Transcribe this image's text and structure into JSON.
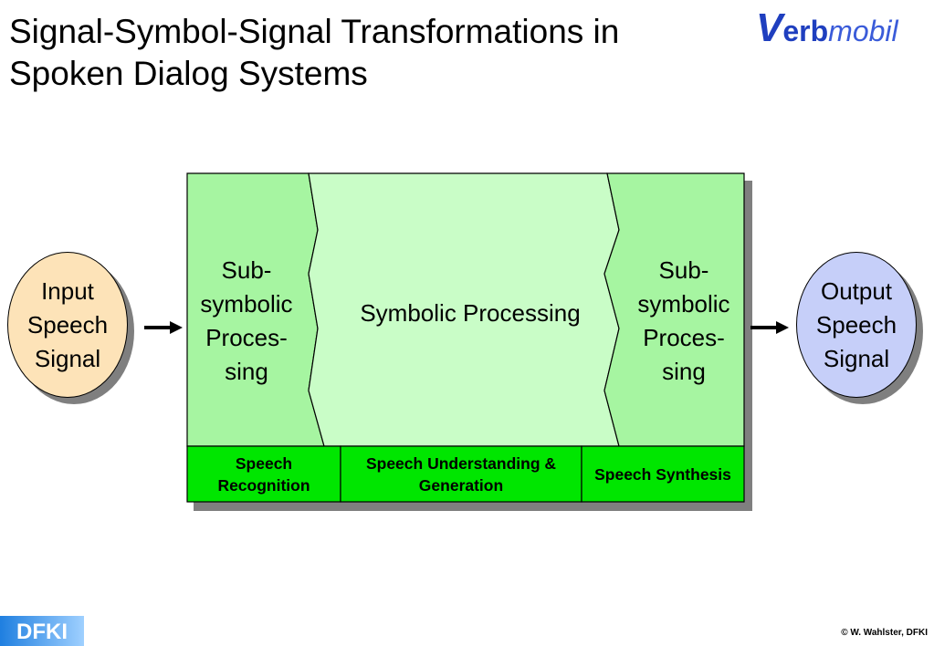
{
  "title": "Signal-Symbol-Signal Transformations in Spoken Dialog Systems",
  "logo": {
    "first": "V",
    "second": "erb",
    "third": "mobil"
  },
  "input": "Input Speech Signal",
  "output": "Output Speech Signal",
  "zones": {
    "left": "Sub-symbolic Proces-sing",
    "middle": "Symbolic Processing",
    "right": "Sub-symbolic Proces-sing"
  },
  "bands": {
    "left": "Speech Recognition",
    "middle": "Speech Understanding & Generation",
    "right": "Speech Synthesis"
  },
  "footer": {
    "logo": "DFKI",
    "copyright": "© W. Wahlster, DFKI"
  },
  "colors": {
    "zone_side": "#a6f5a1",
    "zone_middle": "#c9fdc7",
    "band": "#00e600",
    "input_fill": "#fde3b8",
    "output_fill": "#c6cff9",
    "logo_blue": "#1f3fbf"
  }
}
